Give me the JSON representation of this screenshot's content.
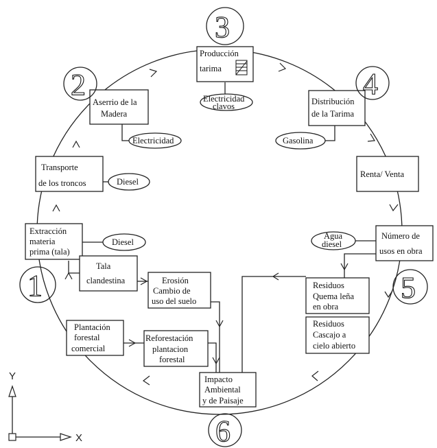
{
  "numbers": [
    "1",
    "2",
    "3",
    "4",
    "5",
    "6"
  ],
  "boxes": {
    "produccion": [
      "Producción",
      "tarima"
    ],
    "aserrio": [
      "Aserrio de la",
      "Madera"
    ],
    "distribucion": [
      "Distribución",
      "de la Tarima"
    ],
    "transporte": [
      "Transporte",
      "de los troncos"
    ],
    "renta": [
      "Renta/ Venta"
    ],
    "extraccion": [
      "Extracción",
      "materia",
      "prima (tala)"
    ],
    "numero_usos": [
      "Número de",
      "usos en obra"
    ],
    "tala": [
      "Tala",
      "clandestina"
    ],
    "erosion": [
      "Erosión",
      "Cambio de",
      "uso del suelo"
    ],
    "residuos_quema": [
      "Residuos",
      "Quema leña",
      "en obra"
    ],
    "residuos_cascajo": [
      "Residuos",
      "Cascajo a",
      "cielo abierto"
    ],
    "plantacion": [
      "Plantación",
      "forestal",
      "comercial"
    ],
    "reforestacion": [
      "Reforestación",
      "plantacion",
      "forestal"
    ],
    "impacto": [
      "Impacto",
      "Ambiental",
      "y de Paisaje"
    ]
  },
  "ellipses": {
    "electricidad_clavos": [
      "Electricidad",
      "clavos"
    ],
    "electricidad": [
      "Electricidad"
    ],
    "gasolina": [
      "Gasolina"
    ],
    "diesel_transporte": [
      "Diesel"
    ],
    "diesel_extraccion": [
      "Diesel"
    ],
    "agua_diesel": [
      "Agua",
      "diesel"
    ]
  },
  "axis": {
    "y": "Y",
    "x": "X"
  }
}
